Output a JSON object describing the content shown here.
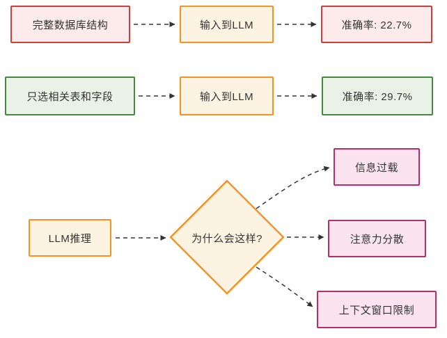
{
  "colors": {
    "ink": "#333333",
    "red-border": "#c9403e",
    "red-fill": "#fdeaea",
    "green-border": "#45883f",
    "green-fill": "#eaf2e7",
    "orange-border": "#f59322",
    "orange-fill": "#fdf3e3",
    "pink-border": "#b23068",
    "pink-fill": "#fbe4ef"
  },
  "flow_full_schema": {
    "input": "完整数据库结构",
    "process": "输入到LLM",
    "result": "准确率: 22.7%"
  },
  "flow_selected_schema": {
    "input": "只选相关表和字段",
    "process": "输入到LLM",
    "result": "准确率: 29.7%"
  },
  "analysis": {
    "source": "LLM推理",
    "question": "为什么会这样?",
    "causes": [
      "信息过载",
      "注意力分散",
      "上下文窗口限制"
    ]
  }
}
